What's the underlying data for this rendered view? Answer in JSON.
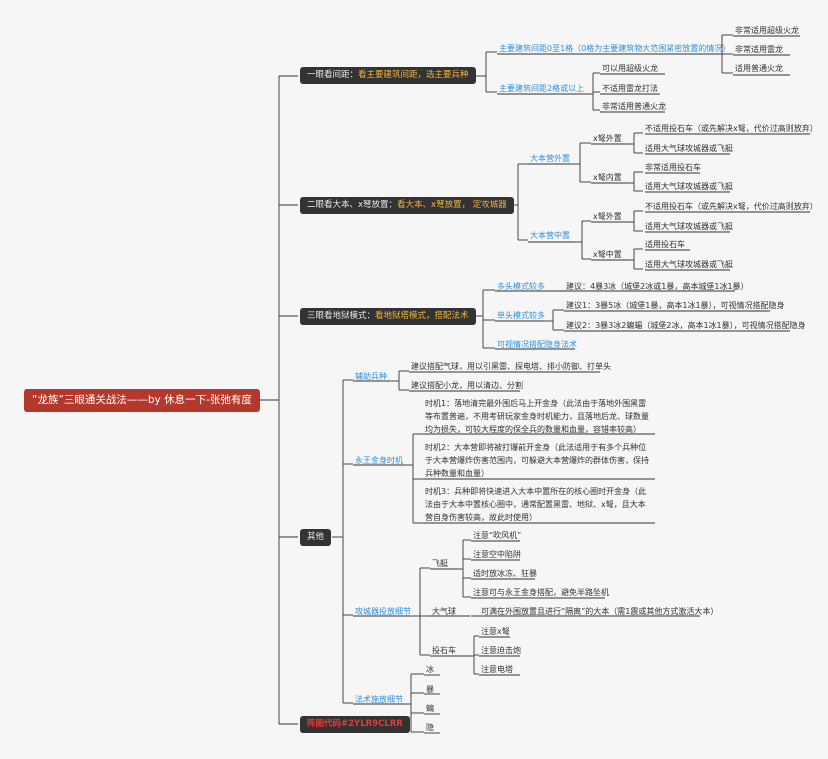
{
  "root": "“龙族”三眼通关战法——by 休息一下-张弛有度",
  "b1": {
    "label": "一眼看间距：",
    "label_hl": "看主要建筑间距，选主要兵种",
    "s1": {
      "label": "主要建筑间距0至1格（0格为主要建筑物大范围紧密放置的情况）",
      "items": [
        "非常适用超级火龙",
        "非常适用雷龙",
        "适用普通火龙"
      ]
    },
    "s2": {
      "label": "主要建筑间距2格或以上",
      "items": [
        "可以用超级火龙",
        "不适用雷龙打法",
        "非常适用普通火龙"
      ]
    }
  },
  "b2": {
    "label": "二眼看大本、x弩放置：",
    "label_hl": "看大本、x弩放置， 定攻城器",
    "s1": {
      "label": "大本营外置",
      "g1": {
        "label": "x弩外置",
        "items": [
          "不适用投石车（或先解决x弩，代价过高则放弃）",
          "适用大气球攻城器或飞艇"
        ]
      },
      "g2": {
        "label": "x弩内置",
        "items": [
          "非常适用投石车",
          "适用大气球攻城器或飞艇"
        ]
      }
    },
    "s2": {
      "label": "大本营中置",
      "g1": {
        "label": "x弩外置",
        "items": [
          "不适用投石车（或先解决x弩，代价过高则放弃）",
          "适用大气球攻城器或飞艇"
        ]
      },
      "g2": {
        "label": "x弩中置",
        "items": [
          "适用投石车",
          "适用大气球攻城器或飞艇"
        ]
      }
    }
  },
  "b3": {
    "label": "三眼看地狱模式：",
    "label_hl": "看地狱塔模式，搭配法术",
    "s1": {
      "label": "多头模式较多",
      "items": [
        "建议：4暴3冰（城堡2冰或1暴，高本城堡1冰1暴）"
      ]
    },
    "s2": {
      "label": "单头模式较多",
      "items": [
        "建议1：3暴5冰（城堡1暴，高本1冰1暴），可视情况搭配隐身",
        "建议2：3暴3冰2蝙蝠（城堡2冰，高本1冰1暴），可视情况搭配隐身"
      ]
    },
    "s3": {
      "label": "可视情况搭配隐身法术"
    }
  },
  "b4": {
    "label": "其他",
    "s1": {
      "label": "辅助兵种",
      "items": [
        "建议搭配气球，用以引黑雷、探电塔、排小防御、打单头",
        "建议搭配小龙，用以清边、分割"
      ]
    },
    "s2": {
      "label": "永王金身时机",
      "items": [
        "时机1：落地清完最外围后马上开金身（此法由于落地外围黑雷等布置普遍，不用考研玩家金身时机能力，且落地后龙、球数量均为损失，可较大程度的保全兵的数量和血量，容错率较高）",
        "时机2：大本营即将被打爆前开金身（此法适用于有多个兵种位于大本营爆炸伤害范围内，可躲避大本营爆炸的群体伤害，保持兵种数量和血量）",
        "时机3：兵种即将快速进入大本中置所在的核心圈时开金身（此法由于大本中置核心圈中，通常配置黑雷、地狱、x弩，且大本营自身伤害较高，故此时使用）"
      ]
    },
    "s3": {
      "label": "攻城器投放细节",
      "g1": {
        "label": "飞艇",
        "items": [
          "注意“吹风机”",
          "注意空中陷阱",
          "适时放冰冻、狂暴",
          "注意可与永王金身搭配，避免半路坠机"
        ]
      },
      "g2": {
        "label": "大气球",
        "items": [
          "可满在外围放置且进行“隔离”的大本（需1震或其他方式激活大本）"
        ]
      },
      "g3": {
        "label": "投石车",
        "items": [
          "注意x弩",
          "注意迫击炮",
          "注意电塔"
        ]
      }
    },
    "s4": {
      "label": "法术施放细节",
      "items": [
        "冰",
        "暴",
        "蝙",
        "隐"
      ]
    }
  },
  "b5": {
    "label": "阵图代码#2YLR9CLRR"
  }
}
